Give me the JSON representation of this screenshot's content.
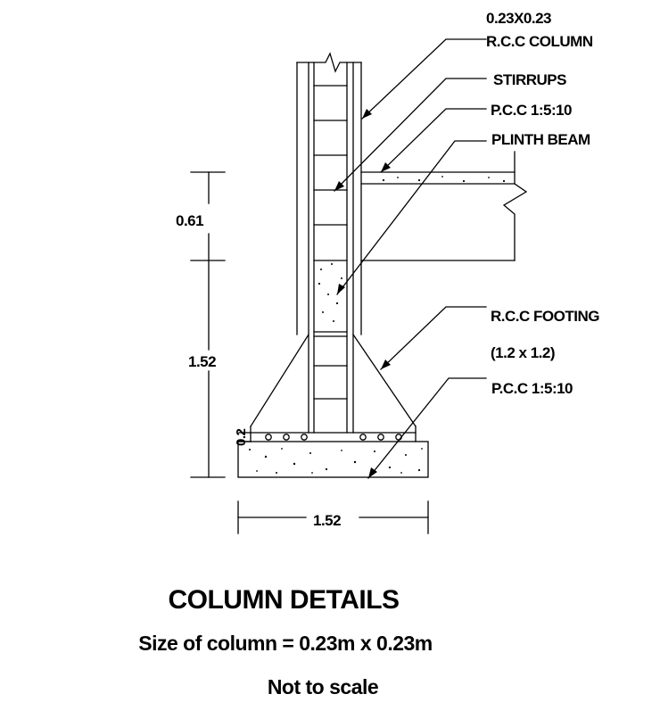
{
  "labels": {
    "column_size": "0.23X0.23",
    "rcc_column": "R.C.C COLUMN",
    "stirrups": "STIRRUPS",
    "pcc_top": "P.C.C 1:5:10",
    "plinth_beam": "PLINTH BEAM",
    "rcc_footing": "R.C.C FOOTING",
    "footing_size": "(1.2 x 1.2)",
    "pcc_bottom": "P.C.C 1:5:10"
  },
  "dimensions": {
    "upper_height": "0.61",
    "lower_height": "1.52",
    "footing_edge": "0.2",
    "base_width": "1.52"
  },
  "caption": {
    "title": "COLUMN DETAILS",
    "size": "Size of column = 0.23m x 0.23m",
    "scale": "Not to scale"
  }
}
